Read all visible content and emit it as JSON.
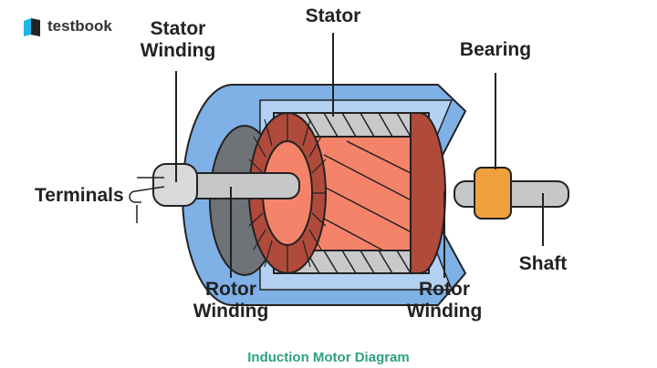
{
  "brand": {
    "name": "testbook"
  },
  "labels": {
    "stator_winding": "Stator\nWinding",
    "stator": "Stator",
    "bearing": "Bearing",
    "terminals": "Terminals",
    "shaft": "Shaft",
    "rotor_winding_left": "Rotor\nWinding",
    "rotor_winding_right": "Rotor\nWinding"
  },
  "caption": "Induction Motor Diagram",
  "colors": {
    "housing": "#7fb0e6",
    "housing_inner": "#b3d1f3",
    "rotor": "#f5836a",
    "rotor_end": "#b04a3a",
    "stator": "#c9c9c9",
    "bearing": "#f0a03c",
    "caption": "#2f9f80"
  }
}
